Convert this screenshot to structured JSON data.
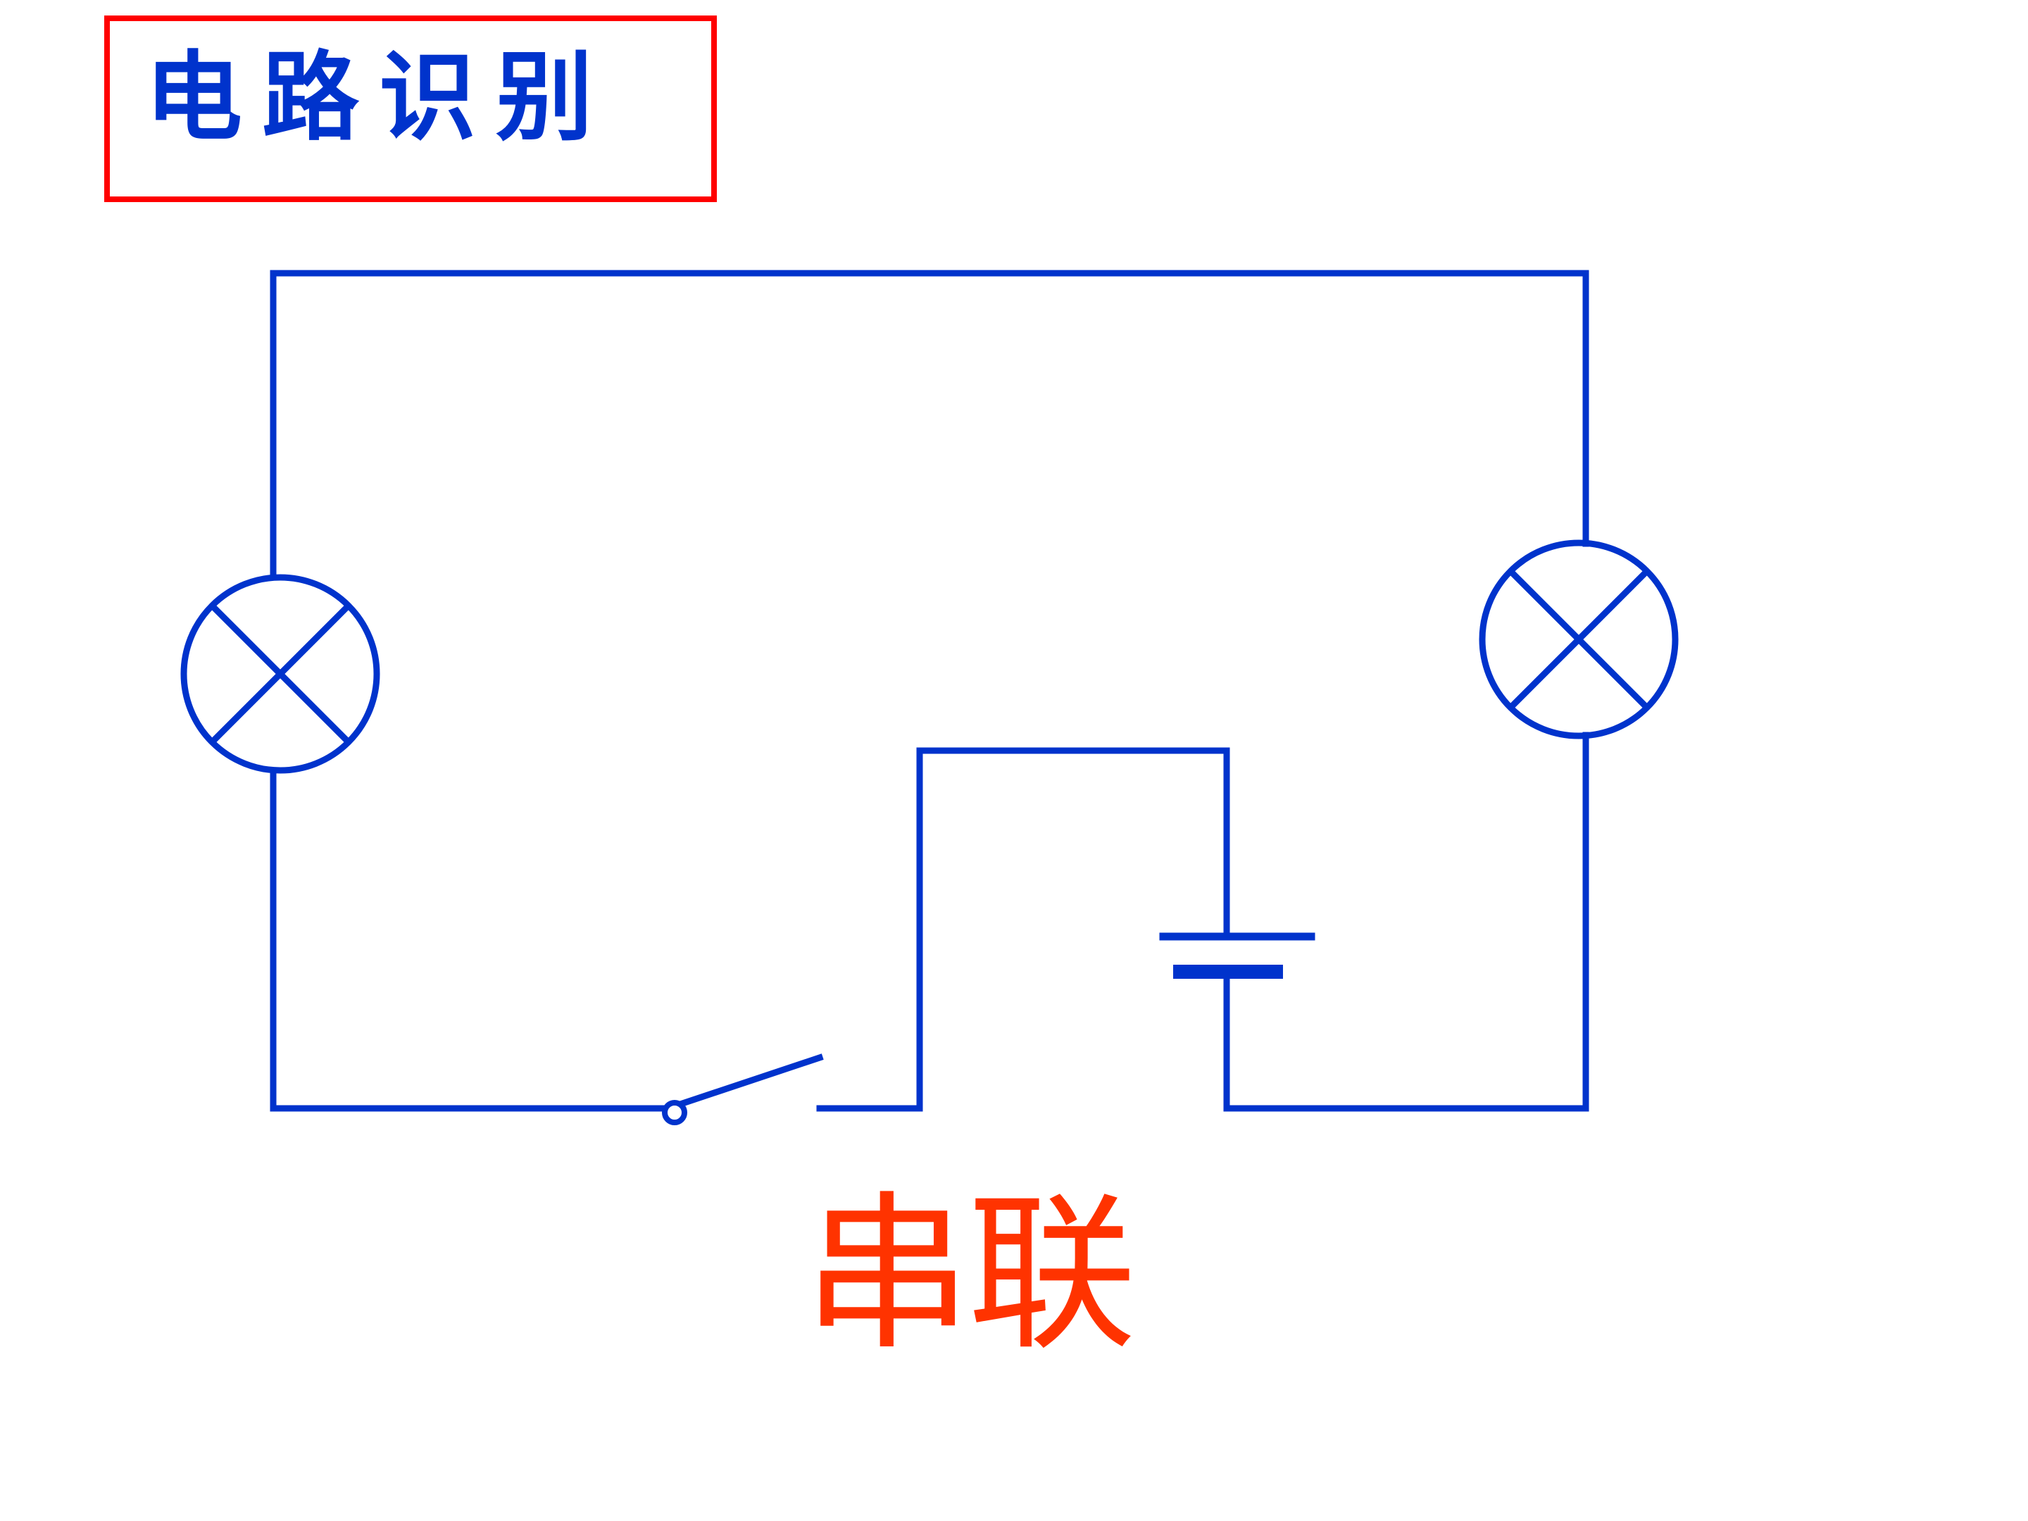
{
  "title": "电路识别",
  "circuit_label": "串联",
  "colors": {
    "wire": "#0033cc",
    "title_text": "#0033cc",
    "title_border": "#ff0000",
    "label_text": "#ff3300"
  },
  "components": {
    "lamps": [
      "lamp-left",
      "lamp-right"
    ],
    "battery": "battery",
    "switch": "switch-open"
  }
}
